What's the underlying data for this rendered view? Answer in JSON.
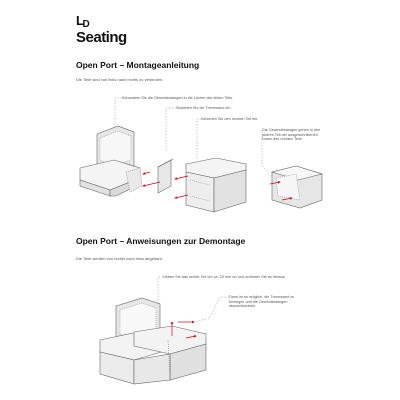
{
  "logo": {
    "brand_main": "L",
    "brand_sub": "D",
    "name": "Seating"
  },
  "assembly": {
    "title": "Open Port – Montageanleitung",
    "intro": "Die Teile sind von links nach rechts zu verbinden.",
    "steps": [
      "Schrauben Sie die Gewindestangen in die Löcher des linken Teils.",
      "Schieben Sie die Trennwand ein.",
      "Schieben Sie den rechten Teil ein.",
      "Die Gewindestangen gehen in den oberen Teil der ausgeschnittenen Nuten des rechten Teils."
    ]
  },
  "disassembly": {
    "title": "Open Port – Anweisungen zur Demontage",
    "intro": "Die Teile werden von rechts nach links abgebaut.",
    "steps": [
      "Heben Sie das rechte Teil um ca. 20 mm an und schieben Sie es heraus.",
      "Dann ist es möglich, die Trennwand zu bewegen und die Gewindestangen abzuschrauben."
    ]
  },
  "colors": {
    "arrow": "#d0021b",
    "outline": "#666666",
    "dash": "#777777"
  }
}
